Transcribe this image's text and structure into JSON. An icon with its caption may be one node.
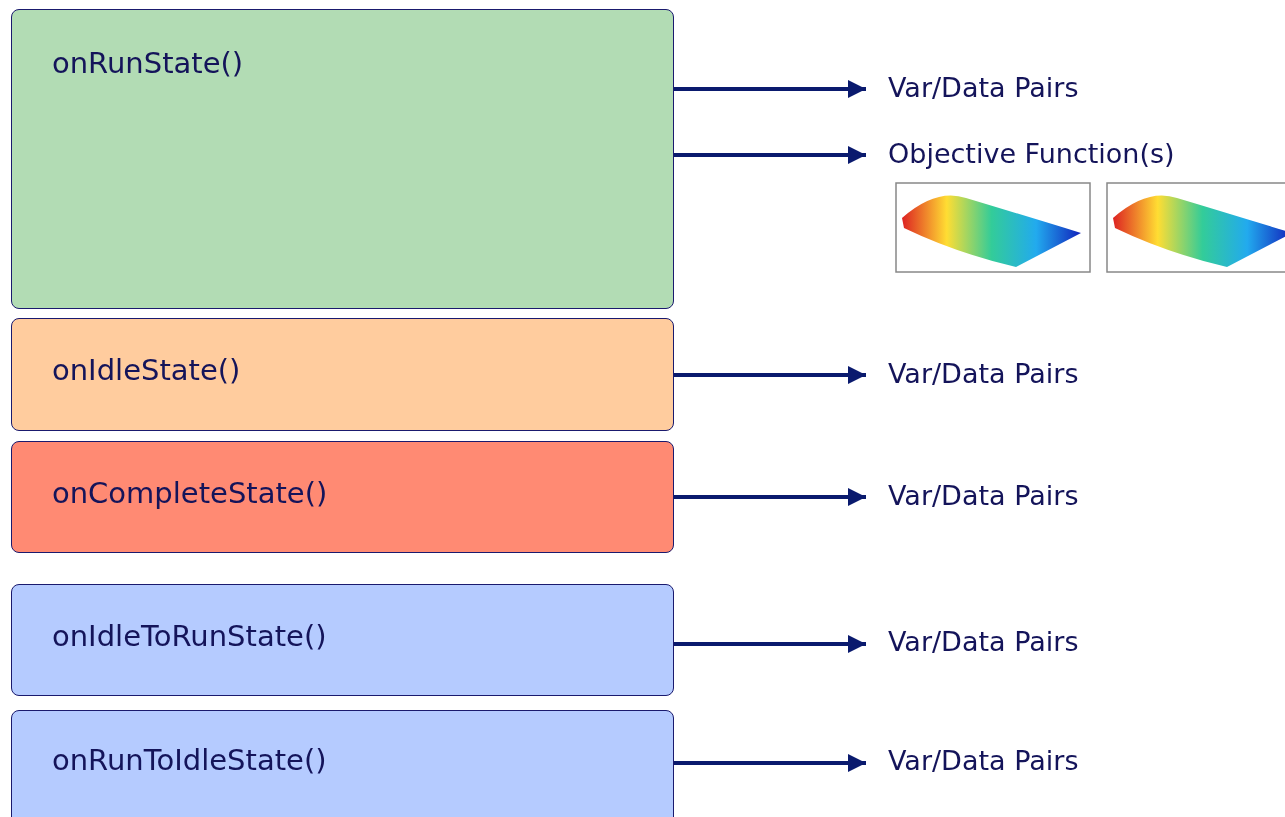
{
  "diagram": {
    "nodes": [
      {
        "text": [
          "onRunState()"
        ]
      },
      {
        "text": [
          "Var/Data Pairs"
        ]
      },
      {
        "text": [
          "Objective Function(s)"
        ]
      },
      {
        "text": [
          "onIdleState()"
        ]
      },
      {
        "text": [
          "Var/Data Pairs"
        ]
      },
      {
        "text": [
          "onCompleteState()"
        ]
      },
      {
        "text": [
          "Var/Data Pairs"
        ]
      },
      {
        "text": [
          "onIdleToRunState()"
        ]
      },
      {
        "text": [
          "Var/Data Pairs"
        ]
      },
      {
        "text": [
          "onRunToIdleState()"
        ]
      },
      {
        "text": [
          "Var/Data Pairs"
        ]
      }
    ],
    "edges": [
      {
        "from": 0,
        "to": 1,
        "arrow": "to"
      },
      {
        "from": 0,
        "to": 2,
        "arrow": "to"
      },
      {
        "from": 3,
        "to": 4,
        "arrow": "to"
      },
      {
        "from": 5,
        "to": 6,
        "arrow": "to"
      },
      {
        "from": 7,
        "to": 8,
        "arrow": "to"
      },
      {
        "from": 9,
        "to": 10,
        "arrow": "to"
      }
    ]
  }
}
